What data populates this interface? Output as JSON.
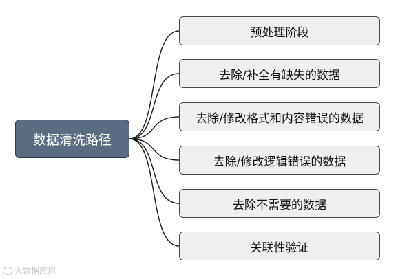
{
  "diagram": {
    "root": {
      "label": "数据清洗路径"
    },
    "branches": [
      {
        "label": "预处理阶段"
      },
      {
        "label": "去除/补全有缺失的数据"
      },
      {
        "label": "去除/修改格式和内容错误的数据"
      },
      {
        "label": "去除/修改逻辑错误的数据"
      },
      {
        "label": "去除不需要的数据"
      },
      {
        "label": "关联性验证"
      }
    ]
  },
  "watermark": {
    "text": "大数据应用"
  },
  "colors": {
    "root_fill": "#5b6c80",
    "branch_fill": "#efefef",
    "connector": "#1a1a1a"
  }
}
